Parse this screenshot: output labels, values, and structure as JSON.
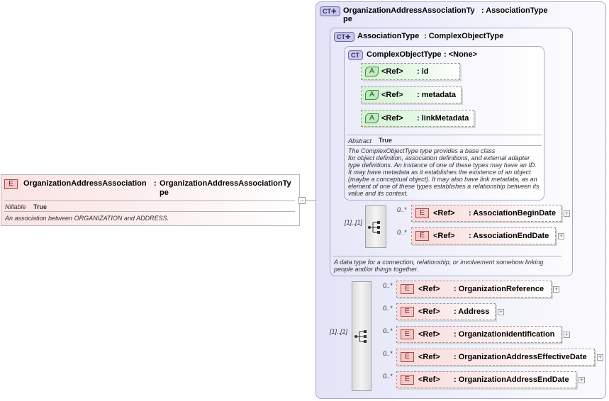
{
  "root": {
    "badge": "E",
    "name": "OrganizationAddressAssociation",
    "sep": ":",
    "type_line1": "OrganizationAddressAssociationTy",
    "type_line2": "pe",
    "prop_key": "Nillable",
    "prop_val": "True",
    "doc": "An association between ORGANIZATION and ADDRESS.",
    "expander": "–"
  },
  "ct_outer": {
    "icon": "CT✚",
    "title_line1": "OrganizationAddressAssociationTy",
    "title_line2": "pe",
    "base": ": AssociationType",
    "sequence_card": "[1]..[1]",
    "elements": [
      {
        "badge": "E",
        "card": "0..*",
        "ref": "<Ref>",
        "name": ": OrganizationReference"
      },
      {
        "badge": "E",
        "card": "0..*",
        "ref": "<Ref>",
        "name": ": Address"
      },
      {
        "badge": "E",
        "card": "0..*",
        "ref": "<Ref>",
        "name": ": OrganizationIdentification"
      },
      {
        "badge": "E",
        "card": "0..*",
        "ref": "<Ref>",
        "name": ": OrganizationAddressEffectiveDate"
      },
      {
        "badge": "E",
        "card": "0..*",
        "ref": "<Ref>",
        "name": ": OrganizationAddressEndDate"
      }
    ]
  },
  "ct_assoc": {
    "icon": "CT✚",
    "title": "AssociationType",
    "base": ": ComplexObjectType",
    "sequence_card": "[1]..[1]",
    "elements": [
      {
        "badge": "E",
        "card": "0..*",
        "ref": "<Ref>",
        "name": ": AssociationBeginDate"
      },
      {
        "badge": "E",
        "card": "0..*",
        "ref": "<Ref>",
        "name": ": AssociationEndDate"
      }
    ],
    "doc_line1": "A data type for a connection, relationship, or involvement somehow linking",
    "doc_line2": "people and/or things together."
  },
  "ct_object": {
    "icon": "CT",
    "title": "ComplexObjectType",
    "base": ": <None>",
    "attributes": [
      {
        "badge": "A",
        "ref": "<Ref>",
        "name": ": id"
      },
      {
        "badge": "A",
        "ref": "<Ref>",
        "name": ": metadata"
      },
      {
        "badge": "A",
        "ref": "<Ref>",
        "name": ": linkMetadata"
      }
    ],
    "prop_key": "Abstract",
    "prop_val": "True",
    "doc_lines": [
      "The ComplexObjectType type provides a base class",
      "for object definition, association definitions, and external adapter",
      "type definitions. An instance of one of these types may have an ID.",
      "It may have metadata as it establishes the existence of an object",
      "(maybe a conceptual object). It may also have link metadata, as an",
      "element of one of these types establishes a relationship between its",
      "value and its context."
    ]
  },
  "icons": {
    "sequence": "sequence-compositor-icon",
    "expand": "expand-plus-icon",
    "collapse": "collapse-minus-icon"
  },
  "colors": {
    "element_fill": "#fadada",
    "attribute_fill": "#d3f2d3",
    "complex_type_fill": "#e2e3f8",
    "border": "#a9a9c8"
  }
}
